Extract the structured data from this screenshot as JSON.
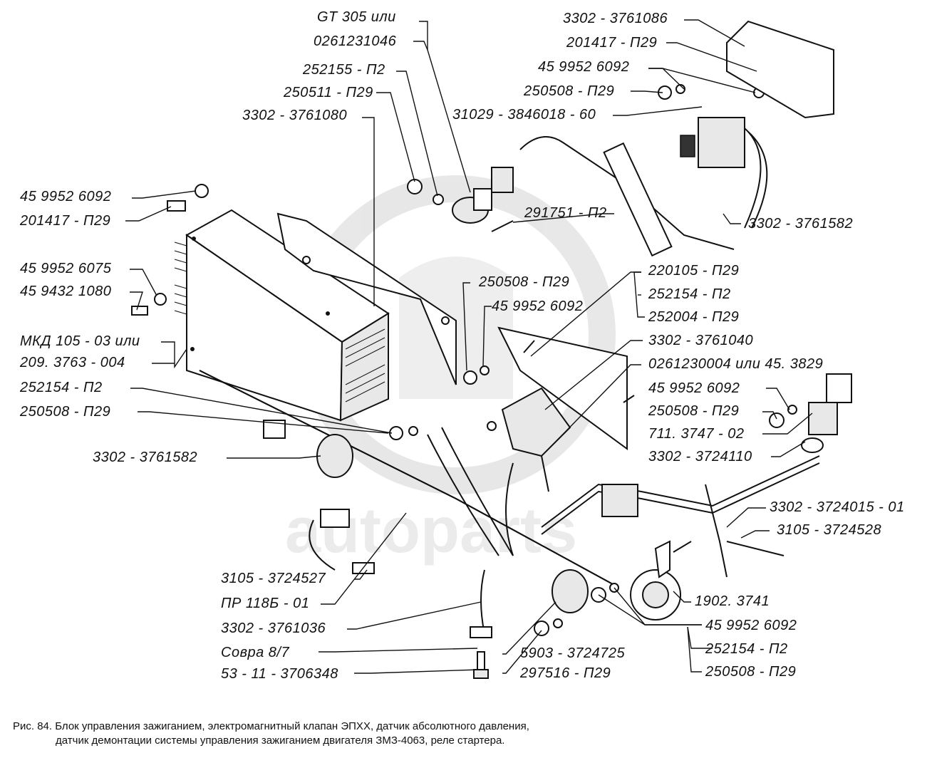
{
  "watermark": {
    "text": "autoparts",
    "color": "#c8c8c8"
  },
  "labels_left": [
    {
      "id": "l1",
      "text": "45 9952 6092"
    },
    {
      "id": "l2",
      "text": "201417 - П29"
    },
    {
      "id": "l3",
      "text": "45 9952 6075"
    },
    {
      "id": "l4",
      "text": "45 9432 1080"
    },
    {
      "id": "l5",
      "text": "МКД 105 - 03 или"
    },
    {
      "id": "l6",
      "text": "209. 3763 - 004"
    },
    {
      "id": "l7",
      "text": "252154 - П2"
    },
    {
      "id": "l8",
      "text": "250508 - П29"
    },
    {
      "id": "l9",
      "text": "3302 - 3761582"
    }
  ],
  "labels_top": [
    {
      "id": "t1",
      "text": "GT 305  или"
    },
    {
      "id": "t2",
      "text": "0261231046"
    },
    {
      "id": "t3",
      "text": "252155 - П2"
    },
    {
      "id": "t4",
      "text": "250511 - П29"
    },
    {
      "id": "t5",
      "text": "3302 - 3761080"
    }
  ],
  "labels_topright": [
    {
      "id": "r1",
      "text": "3302 - 3761086"
    },
    {
      "id": "r2",
      "text": "201417 - П29"
    },
    {
      "id": "r3",
      "text": "45 9952 6092"
    },
    {
      "id": "r4",
      "text": "250508 - П29"
    },
    {
      "id": "r5",
      "text": "31029 - 3846018 - 60"
    },
    {
      "id": "r6",
      "text": "291751 - П2"
    },
    {
      "id": "r7",
      "text": "3302 - 3761582"
    }
  ],
  "labels_mid": [
    {
      "id": "m1",
      "text": "250508 - П29"
    },
    {
      "id": "m2",
      "text": "45 9952 6092"
    },
    {
      "id": "m3",
      "text": "220105 - П29"
    },
    {
      "id": "m4",
      "text": "252154 - П2"
    },
    {
      "id": "m5",
      "text": "252004 - П29"
    },
    {
      "id": "m6",
      "text": "3302 - 3761040"
    },
    {
      "id": "m7",
      "text": "0261230004 или 45. 3829"
    },
    {
      "id": "m8",
      "text": "45 9952 6092"
    },
    {
      "id": "m9",
      "text": "250508 - П29"
    },
    {
      "id": "m10",
      "text": "711. 3747 - 02"
    },
    {
      "id": "m11",
      "text": "3302 - 3724110"
    },
    {
      "id": "m12",
      "text": "3302 - 3724015 - 01"
    },
    {
      "id": "m13",
      "text": "3105 - 3724528"
    }
  ],
  "labels_bottom": [
    {
      "id": "b1",
      "text": "3105 - 3724527"
    },
    {
      "id": "b2",
      "text": "ПР 118Б - 01"
    },
    {
      "id": "b3",
      "text": "3302 - 3761036"
    },
    {
      "id": "b4",
      "text": "Совра 8/7"
    },
    {
      "id": "b5",
      "text": "53 - 11 - 3706348"
    },
    {
      "id": "b6",
      "text": "5903 - 3724725"
    },
    {
      "id": "b7",
      "text": "297516 - П29"
    },
    {
      "id": "b8",
      "text": "1902. 3741"
    },
    {
      "id": "b9",
      "text": "45 9952 6092"
    },
    {
      "id": "b10",
      "text": "252154 - П2"
    },
    {
      "id": "b11",
      "text": "250508 - П29"
    }
  ],
  "caption": {
    "line1": "Рис. 84. Блок управления зажиганием, электромагнитный клапан ЭПХХ, датчик абсолютного давления,",
    "line2": "датчик демонтации системы управления зажиганием двигателя ЗМЗ-4063, реле стартера."
  }
}
